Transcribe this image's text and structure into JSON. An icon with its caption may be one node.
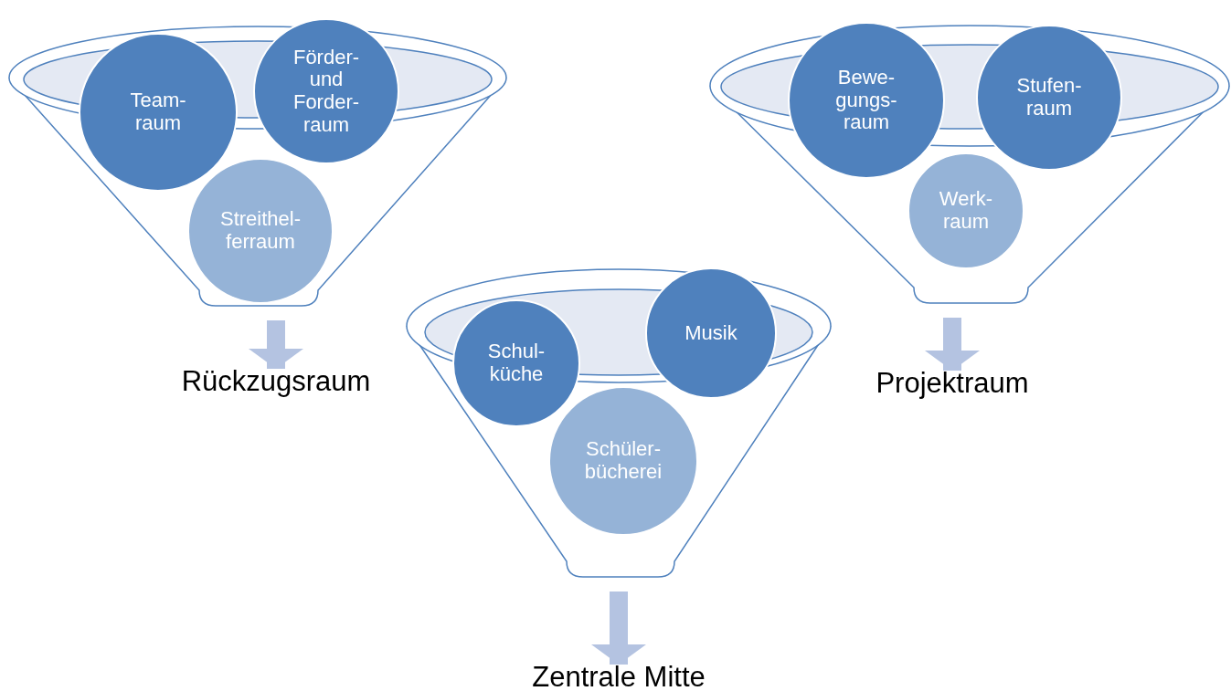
{
  "diagram": {
    "nodes": [
      {
        "text": [],
        "shape": "funnel"
      },
      {
        "text": [
          "Team- raum"
        ]
      },
      {
        "text": [
          "Förder- und Forder- raum"
        ]
      },
      {
        "text": [
          "Streithel- ferraum"
        ],
        "in": 0
      },
      {
        "text": [],
        "shape": "funnel"
      },
      {
        "text": [
          "Bewe- gungs- raum"
        ]
      },
      {
        "text": [
          "Stufen- raum"
        ]
      },
      {
        "text": [
          "Werk- raum"
        ],
        "in": 4
      },
      {
        "text": [],
        "shape": "funnel"
      },
      {
        "text": [
          "Schul- küche"
        ]
      },
      {
        "text": [
          "Musik"
        ]
      },
      {
        "text": [
          "Schüler- bücherei"
        ],
        "in": 8
      },
      {
        "text": [
          "Rückzugsraum"
        ]
      },
      {
        "text": [
          "Projektraum"
        ]
      },
      {
        "text": [
          "Zentrale Mitte"
        ]
      }
    ],
    "edges": [
      {
        "from": 0,
        "to": 12,
        "arrow": "to"
      },
      {
        "from": 4,
        "to": 13,
        "arrow": "to"
      },
      {
        "from": 8,
        "to": 14,
        "arrow": "to"
      }
    ]
  }
}
